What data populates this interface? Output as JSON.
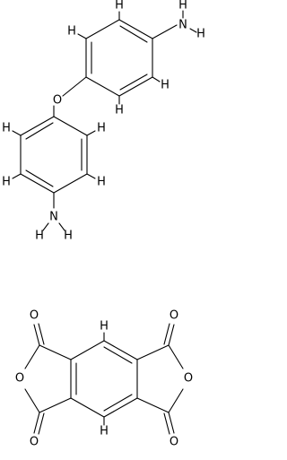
{
  "molecules": [
    {
      "atom_labels": {
        "h_top": "H",
        "h_left": "H",
        "h_right_upper": "H",
        "h_right_lower": "H",
        "n": "N",
        "nh_h_top": "H",
        "nh_h_right": "H",
        "o": "O",
        "h2_left_upper": "H",
        "h2_right_upper": "H",
        "h2_left_lower": "H",
        "h2_right_lower": "H",
        "n2": "N",
        "n2_h_left": "H",
        "n2_h_right": "H"
      }
    },
    {
      "atom_labels": {
        "o_top_left": "O",
        "o_ring_left": "O",
        "o_bottom_left": "O",
        "o_top_right": "O",
        "o_ring_right": "O",
        "o_bottom_right": "O",
        "h_top": "H",
        "h_bottom": "H"
      }
    }
  ],
  "colors": {
    "ink": "#000000",
    "background": "#ffffff"
  }
}
